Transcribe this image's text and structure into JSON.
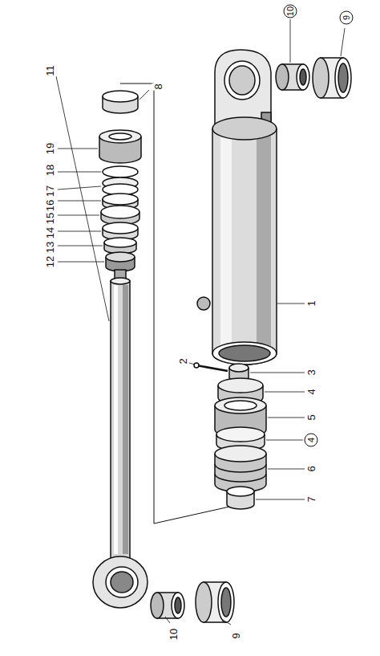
{
  "diagram": {
    "labels": [
      "9",
      "10",
      "8",
      "11",
      "19",
      "18",
      "17",
      "16",
      "15",
      "14",
      "13",
      "12",
      "1",
      "2",
      "3",
      "4",
      "5",
      "4",
      "6",
      "7",
      "10",
      "9"
    ]
  }
}
